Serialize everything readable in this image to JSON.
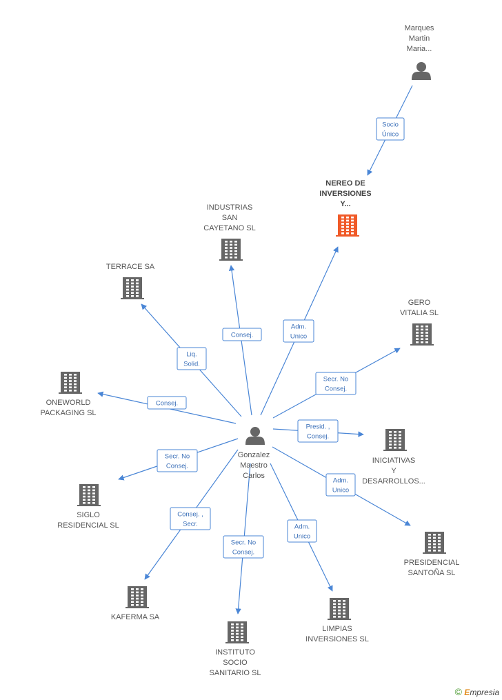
{
  "colors": {
    "edge": "#4a86d6",
    "building": "#666666",
    "focus_building": "#f05a28",
    "person": "#666666"
  },
  "brand": {
    "copyright": "©",
    "initial": "E",
    "rest": "mpresia"
  },
  "nodes": [
    {
      "id": "center",
      "kind": "person",
      "lines": [
        "Gonzalez",
        "Maestro",
        "Carlos"
      ]
    },
    {
      "id": "marques",
      "kind": "person",
      "lines": [
        "Marques",
        "Martin",
        "Maria..."
      ]
    },
    {
      "id": "nereo",
      "kind": "building-focus",
      "lines": [
        "NEREO DE",
        "INVERSIONES",
        "Y..."
      ]
    },
    {
      "id": "industrias",
      "kind": "building",
      "lines": [
        "INDUSTRIAS",
        "SAN",
        "CAYETANO SL"
      ]
    },
    {
      "id": "terrace",
      "kind": "building",
      "lines": [
        "TERRACE SA"
      ]
    },
    {
      "id": "gero",
      "kind": "building",
      "lines": [
        "GERO",
        "VITALIA SL"
      ]
    },
    {
      "id": "oneworld",
      "kind": "building",
      "lines": [
        "ONEWORLD",
        "PACKAGING  SL"
      ]
    },
    {
      "id": "iniciativas",
      "kind": "building",
      "lines": [
        "INICIATIVAS",
        "Y",
        "DESARROLLOS..."
      ]
    },
    {
      "id": "siglo",
      "kind": "building",
      "lines": [
        "SIGLO",
        "RESIDENCIAL SL"
      ]
    },
    {
      "id": "presidencial",
      "kind": "building",
      "lines": [
        "PRESIDENCIAL",
        "SANTOÑA SL"
      ]
    },
    {
      "id": "kaferma",
      "kind": "building",
      "lines": [
        "KAFERMA SA"
      ]
    },
    {
      "id": "instituto",
      "kind": "building",
      "lines": [
        "INSTITUTO",
        "SOCIO",
        "SANITARIO SL"
      ]
    },
    {
      "id": "limpias",
      "kind": "building",
      "lines": [
        "LIMPIAS",
        "INVERSIONES SL"
      ]
    }
  ],
  "edges": [
    {
      "from": "marques",
      "to": "nereo",
      "lines": [
        "Socio",
        "Único"
      ]
    },
    {
      "from": "center",
      "to": "nereo",
      "lines": [
        "Adm.",
        "Unico"
      ]
    },
    {
      "from": "center",
      "to": "industrias",
      "lines": [
        "Consej."
      ]
    },
    {
      "from": "center",
      "to": "terrace",
      "lines": [
        "Liq.",
        "Solid."
      ]
    },
    {
      "from": "center",
      "to": "gero",
      "lines": [
        "Secr. No",
        "Consej."
      ]
    },
    {
      "from": "center",
      "to": "oneworld",
      "lines": [
        "Consej."
      ]
    },
    {
      "from": "center",
      "to": "iniciativas",
      "lines": [
        "Presid. ,",
        "Consej."
      ]
    },
    {
      "from": "center",
      "to": "siglo",
      "lines": [
        "Secr. No",
        "Consej."
      ]
    },
    {
      "from": "center",
      "to": "presidencial",
      "lines": [
        "Adm.",
        "Unico"
      ]
    },
    {
      "from": "center",
      "to": "kaferma",
      "lines": [
        "Consej. ,",
        "Secr."
      ]
    },
    {
      "from": "center",
      "to": "instituto",
      "lines": [
        "Secr. No",
        "Consej."
      ]
    },
    {
      "from": "center",
      "to": "limpias",
      "lines": [
        "Adm.",
        "Unico"
      ]
    }
  ]
}
